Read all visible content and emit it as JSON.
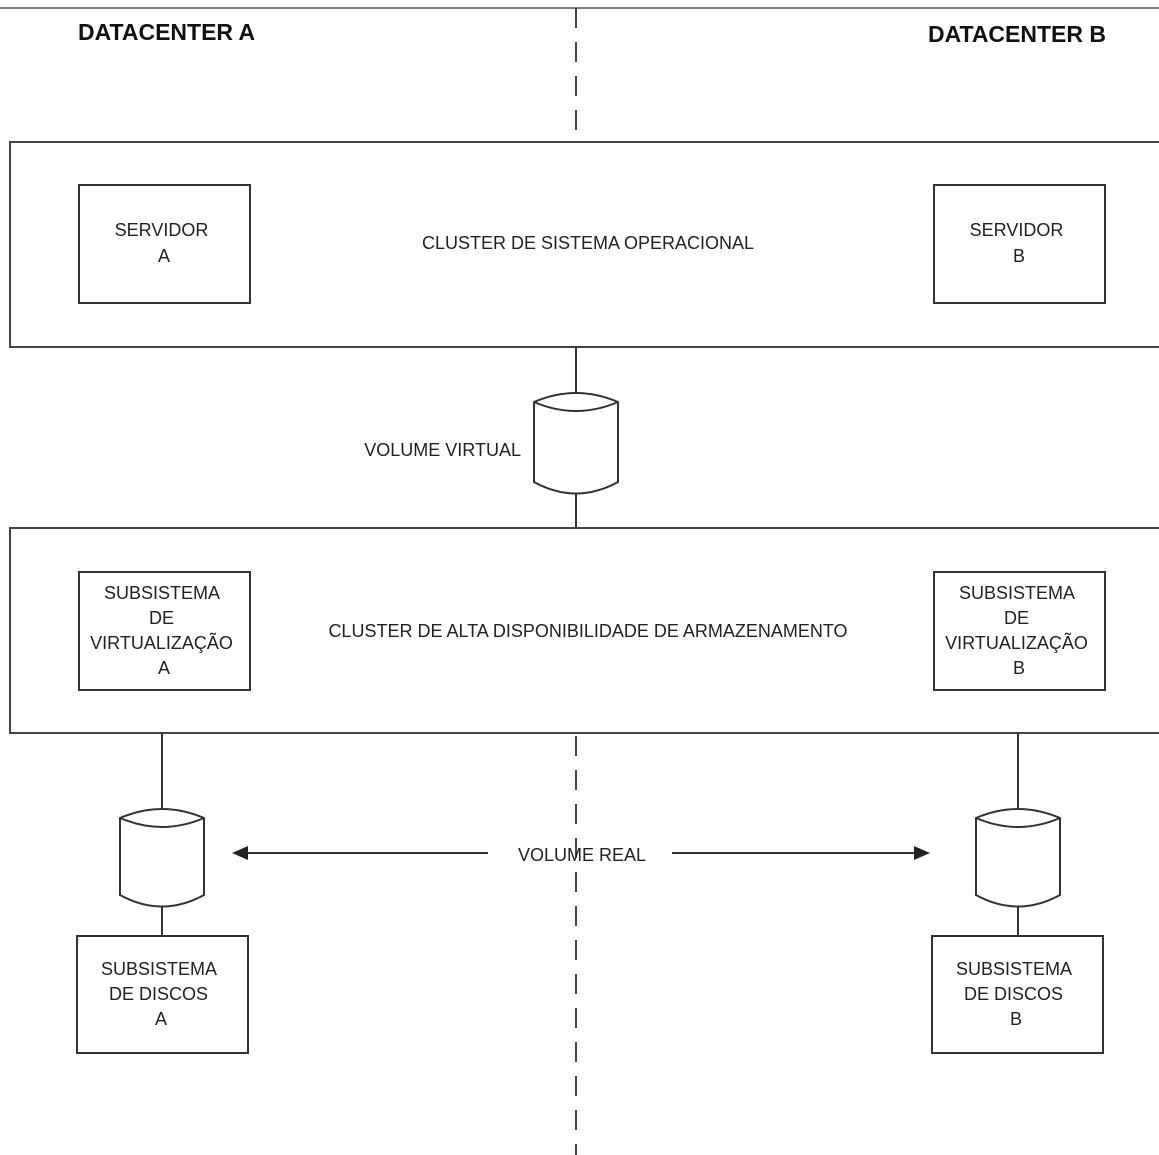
{
  "datacenters": {
    "a": "DATACENTER A",
    "b": "DATACENTER B"
  },
  "os_cluster": {
    "label": "CLUSTER DE SISTEMA OPERACIONAL",
    "server_a": [
      "SERVIDOR",
      "A"
    ],
    "server_b": [
      "SERVIDOR",
      "B"
    ]
  },
  "virtual_volume": {
    "label": "VOLUME VIRTUAL"
  },
  "storage_cluster": {
    "label": "CLUSTER DE ALTA DISPONIBILIDADE DE ARMAZENAMENTO",
    "virt_a": [
      "SUBSISTEMA",
      "DE",
      "VIRTUALIZAÇÃO",
      "A"
    ],
    "virt_b": [
      "SUBSISTEMA",
      "DE",
      "VIRTUALIZAÇÃO",
      "B"
    ]
  },
  "real_volume": {
    "label": "VOLUME REAL"
  },
  "disks": {
    "a": [
      "SUBSISTEMA",
      "DE DISCOS",
      "A"
    ],
    "b": [
      "SUBSISTEMA",
      "DE DISCOS",
      "B"
    ]
  }
}
